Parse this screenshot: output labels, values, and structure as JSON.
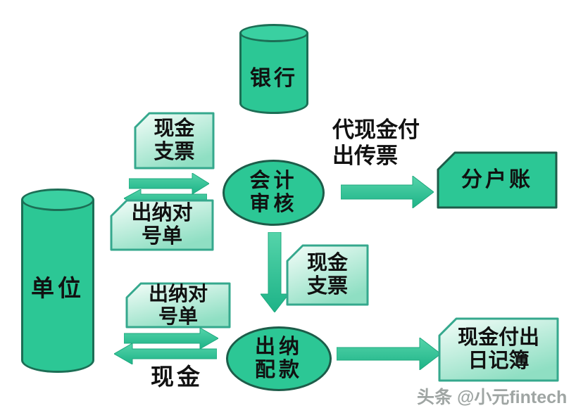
{
  "nodes": {
    "bank": {
      "label": "银行"
    },
    "unit": {
      "label": "单位"
    },
    "review": {
      "line1": "会计",
      "line2": "审核"
    },
    "allocation": {
      "line1": "出纳",
      "line2": "配款"
    },
    "cash_check_top": {
      "line1": "现金",
      "line2": "支票"
    },
    "cashier_slip_top": {
      "line1": "出纳对",
      "line2": "号单"
    },
    "cash_check_mid": {
      "line1": "现金",
      "line2": "支票"
    },
    "cashier_slip_bottom": {
      "line1": "出纳对",
      "line2": "号单"
    },
    "subledger": {
      "label": "分户账"
    },
    "journal": {
      "line1": "现金付出",
      "line2": "日记簿"
    }
  },
  "annotations": {
    "voucher_note": {
      "line1": "代现金付",
      "line2": "出传票"
    },
    "cash": "现金"
  },
  "watermark": "头条 @小元fintech",
  "colors": {
    "shape_green": "#2cc795",
    "shape_green_light_top": "#3ad0a1",
    "cylinder_outline": "#1c6e55",
    "ellipse_outline": "#1d5c49",
    "card_outline": "#35a88d",
    "card_gradient_top": "#f4fdf9",
    "card_gradient_bottom": "#8fdfc3",
    "arrow_green_top": "#55d4aa",
    "arrow_green_bottom": "#1db387",
    "text_color": "#111111",
    "watermark_color": "#8f9694",
    "background": "#ffffff"
  }
}
